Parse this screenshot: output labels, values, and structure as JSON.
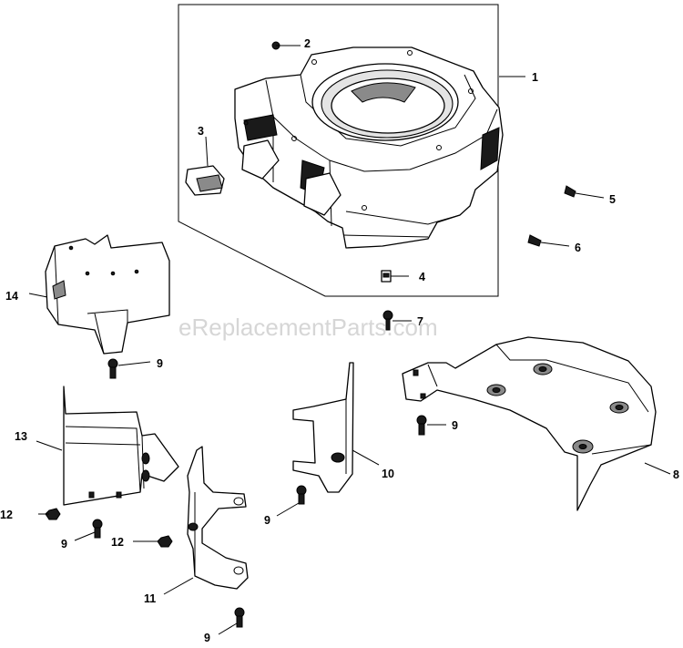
{
  "watermark": "eReplacementParts.com",
  "callouts": {
    "c1": "1",
    "c2": "2",
    "c3": "3",
    "c4": "4",
    "c5": "5",
    "c6": "6",
    "c7": "7",
    "c8": "8",
    "c9a": "9",
    "c9b": "9",
    "c9c": "9",
    "c9d": "9",
    "c9e": "9",
    "c10": "10",
    "c11": "11",
    "c12a": "12",
    "c12b": "12",
    "c13": "13",
    "c14": "14"
  }
}
